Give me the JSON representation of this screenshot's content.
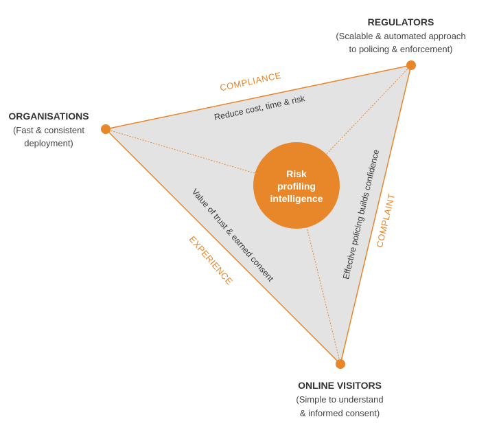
{
  "colors": {
    "accent": "#e8862a",
    "triangle_fill": "#e3e3e3",
    "text_dark": "#333333"
  },
  "nodes": {
    "regulators": {
      "title": "REGULATORS",
      "line1": "(Scalable & automated approach",
      "line2": "to policing & enforcement)"
    },
    "organisations": {
      "title": "ORGANISATIONS",
      "line1": "(Fast & consistent",
      "line2": "deployment)"
    },
    "online_visitors": {
      "title": "ONLINE VISITORS",
      "line1": "(Simple to understand",
      "line2": "& informed consent)"
    }
  },
  "edges": {
    "compliance": "COMPLIANCE",
    "complaint": "COMPLAINT",
    "experience": "EXPERIENCE"
  },
  "inner_labels": {
    "top": "Reduce cost, time & risk",
    "right": "Effective policing builds confidence",
    "left": "Value of trust & earned consent"
  },
  "center": {
    "line1": "Risk",
    "line2": "profiling",
    "line3": "intelligence"
  }
}
